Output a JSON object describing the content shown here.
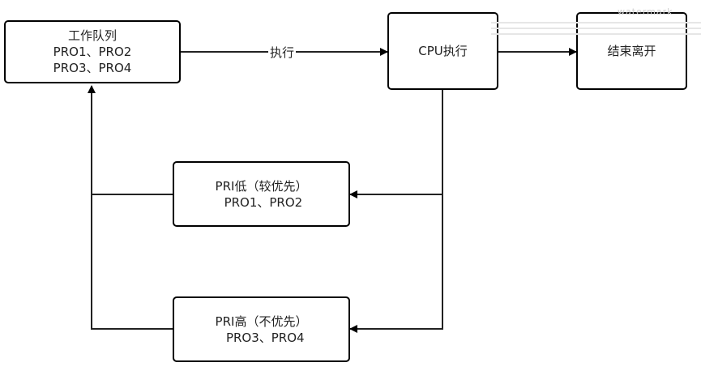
{
  "nodes": {
    "queue": {
      "lines": [
        "工作队列",
        "PRO1、PRO2",
        "PRO3、PRO4"
      ]
    },
    "cpu": {
      "lines": [
        "CPU执行"
      ]
    },
    "end": {
      "lines": [
        "结束离开"
      ]
    },
    "pri_low": {
      "lines": [
        "PRI低（较优先）",
        " PRO1、PRO2"
      ]
    },
    "pri_high": {
      "lines": [
        "PRI高（不优先）",
        "  PRO3、PRO4"
      ]
    }
  },
  "edges": {
    "execute_label": "执行"
  },
  "watermark": "watermark"
}
